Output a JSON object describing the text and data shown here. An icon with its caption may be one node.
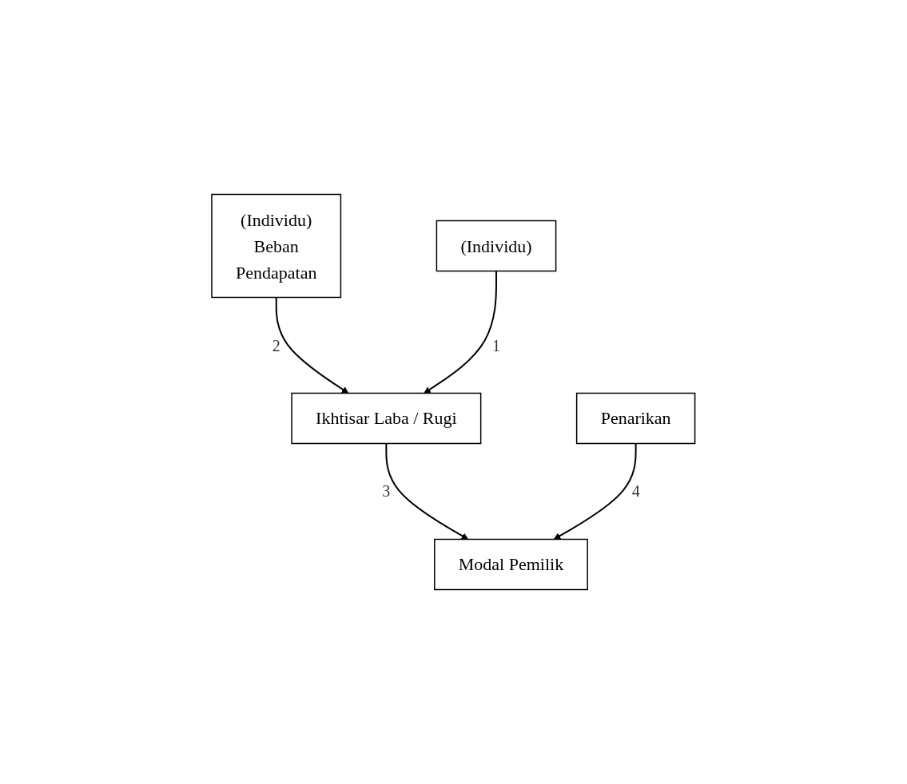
{
  "diagram": {
    "nodes": [
      {
        "text": [
          "(Individu)",
          "Beban",
          "Pendapatan"
        ]
      },
      {
        "text": [
          "(Individu)"
        ]
      },
      {
        "text": [
          "Ikhtisar Laba / Rugi"
        ]
      },
      {
        "text": [
          "Modal Pemilik"
        ]
      },
      {
        "text": [
          "Penarikan"
        ]
      }
    ],
    "edges": [
      {
        "from": 0,
        "to": 2,
        "label": "2",
        "arrow": "to"
      },
      {
        "from": 1,
        "to": 2,
        "label": "1",
        "arrow": "to"
      },
      {
        "from": 2,
        "to": 3,
        "label": "3",
        "arrow": "to"
      },
      {
        "from": 4,
        "to": 3,
        "label": "4",
        "arrow": "to"
      }
    ]
  }
}
